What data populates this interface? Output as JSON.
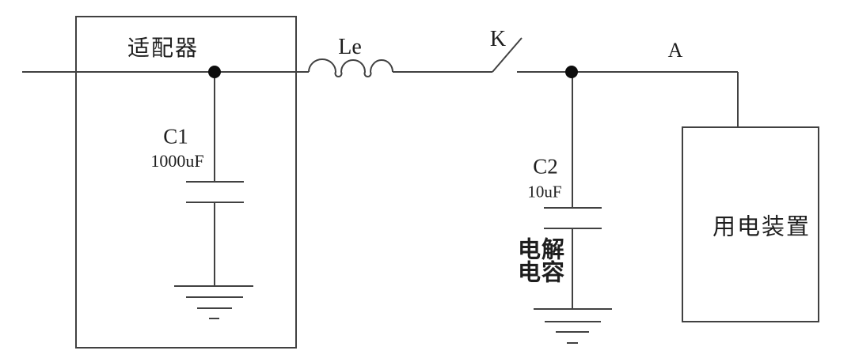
{
  "colors": {
    "background": "#ffffff",
    "wire": "#414141",
    "junction_dot": "#0d0d0d",
    "text": "#1e1e1e"
  },
  "adapter": {
    "label": "适配器"
  },
  "c1": {
    "name": "C1",
    "value": "1000uF"
  },
  "inductor": {
    "label": "Le"
  },
  "switch": {
    "label": "K"
  },
  "c2": {
    "name": "C2",
    "value": "10uF",
    "note_line1": "电解",
    "note_line2": "电容"
  },
  "node_a": {
    "label": "A"
  },
  "load": {
    "label": "用电装置"
  }
}
